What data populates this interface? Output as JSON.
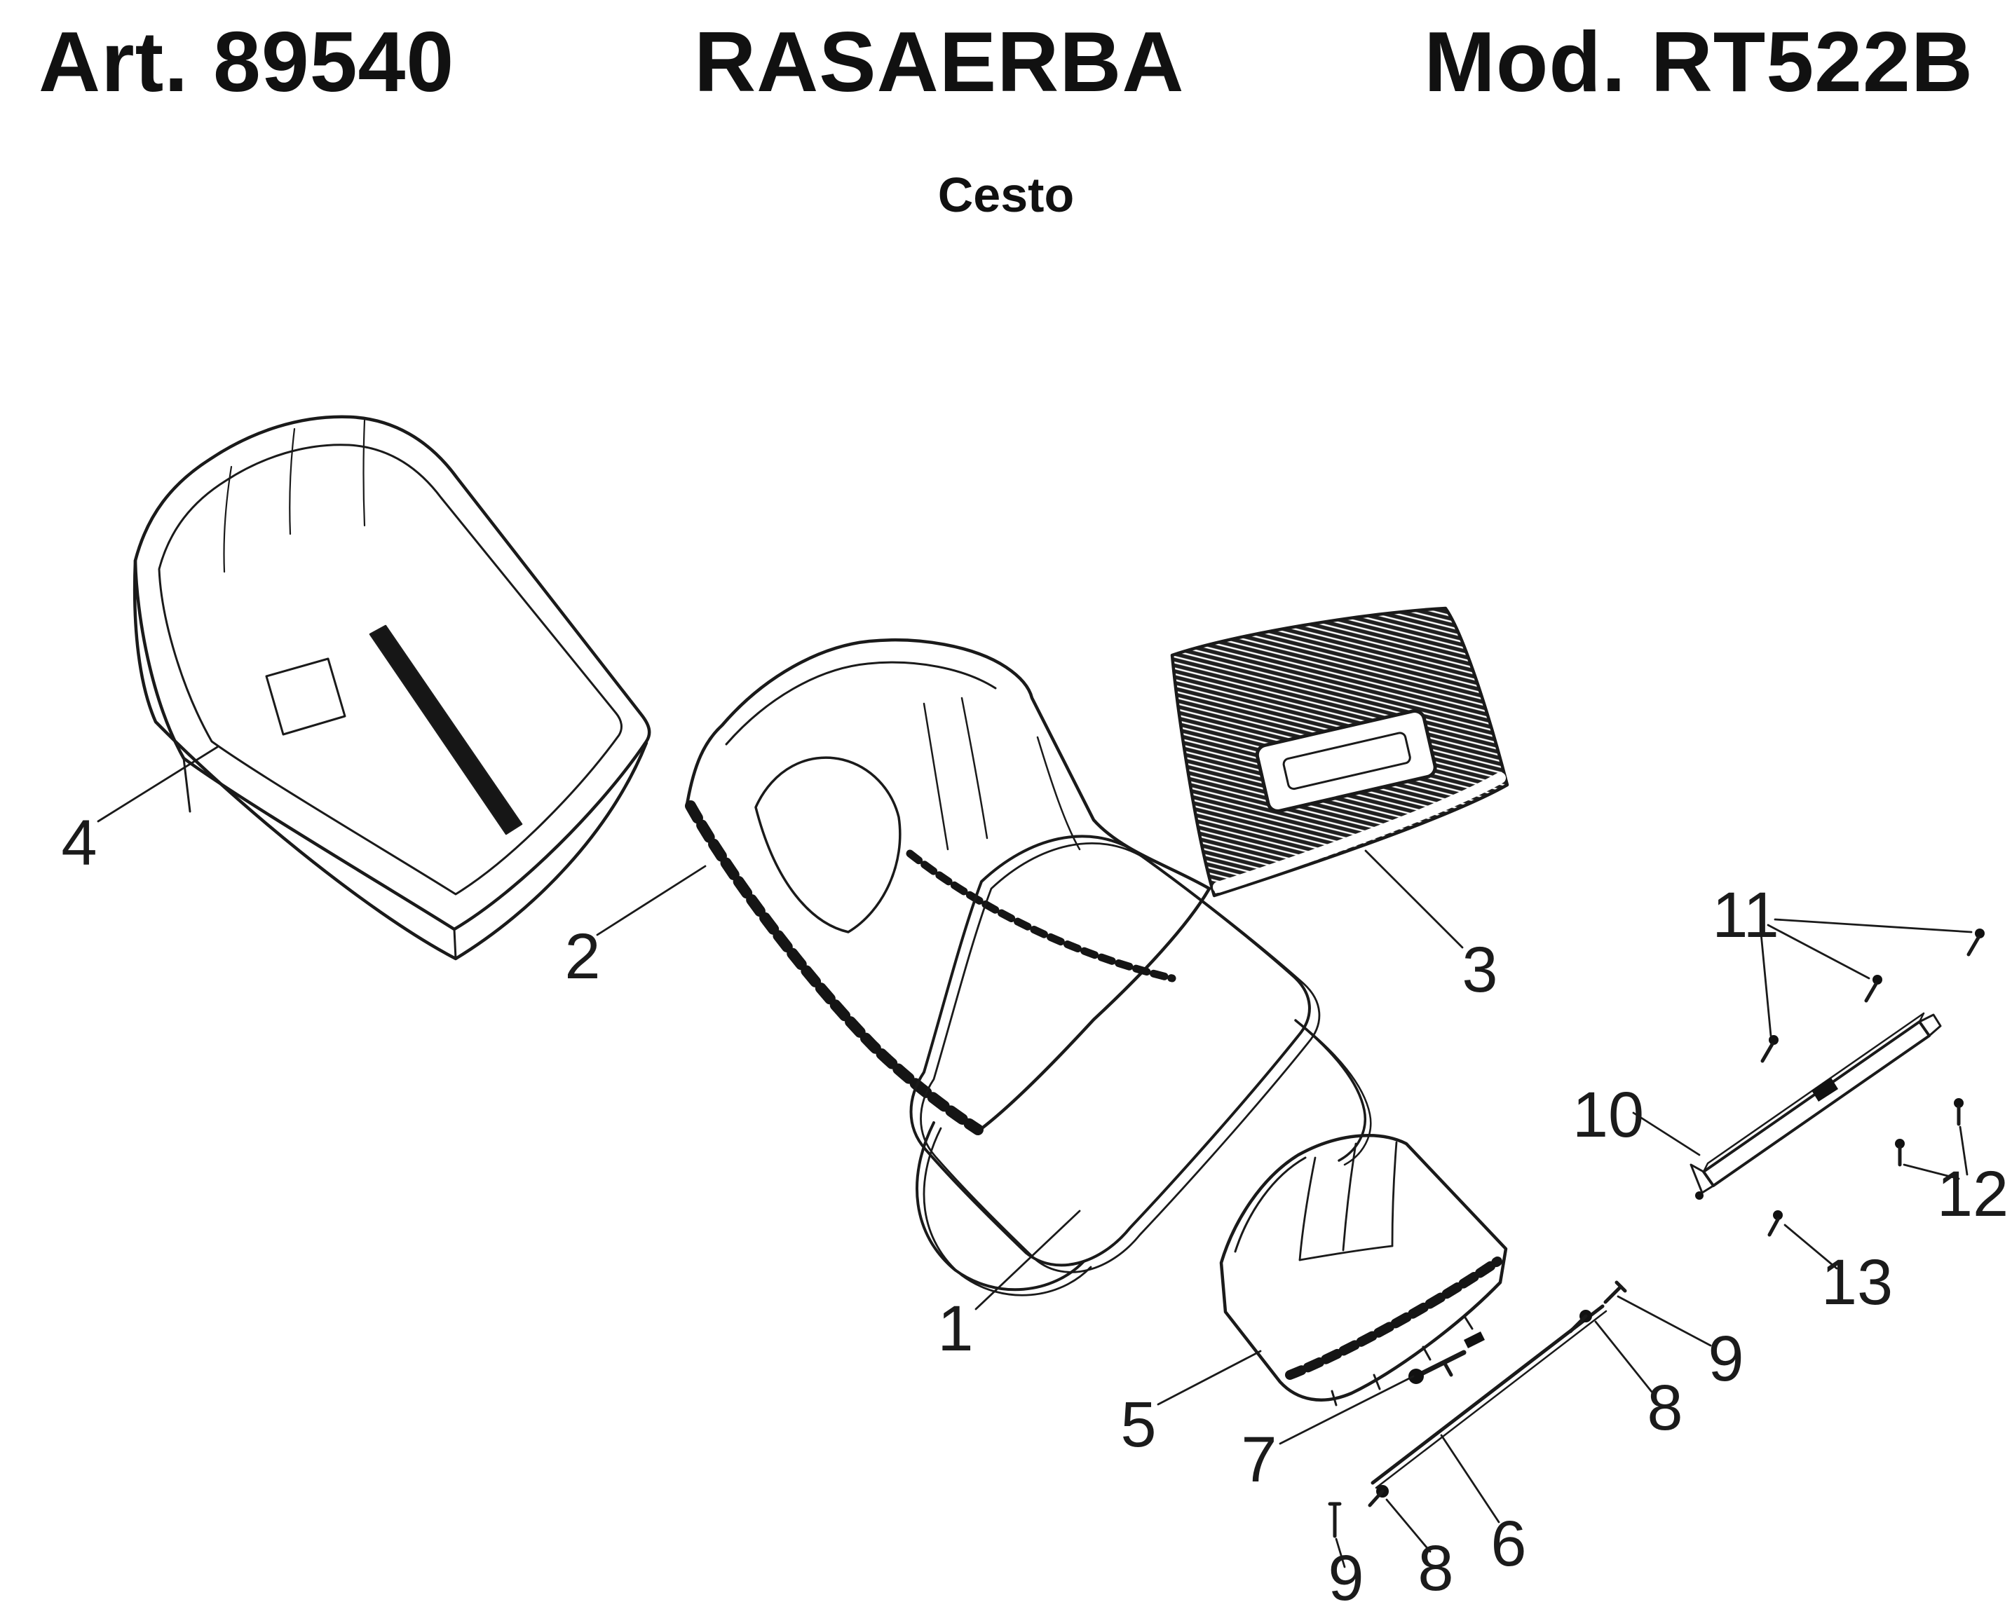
{
  "header": {
    "article": "Art. 89540",
    "product": "RASAERBA",
    "model": "Mod. RT522B",
    "subtitle": "Cesto"
  },
  "diagram": {
    "callouts": [
      "4",
      "2",
      "3",
      "1",
      "5",
      "7",
      "8",
      "9",
      "6",
      "8",
      "9",
      "10",
      "11",
      "12",
      "13"
    ]
  }
}
